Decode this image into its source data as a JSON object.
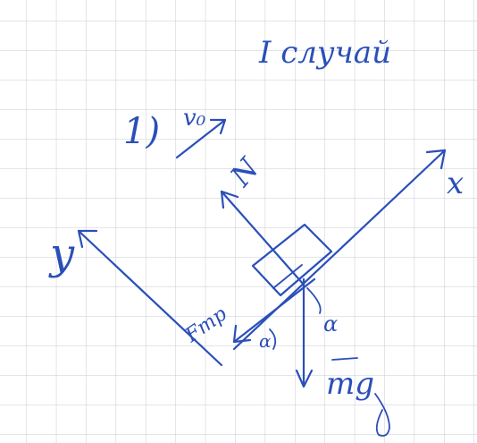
{
  "heading": "I случай",
  "case_number": "1)",
  "labels": {
    "velocity": "v₀",
    "normal_force": "N",
    "friction_force": "Fтр",
    "gravity": "mg",
    "angle": "α",
    "axis_x": "x",
    "axis_y": "y"
  },
  "colors": {
    "ink": "#2a4fb8",
    "grid": "#c9cbd3",
    "paper": "#ffffff"
  }
}
